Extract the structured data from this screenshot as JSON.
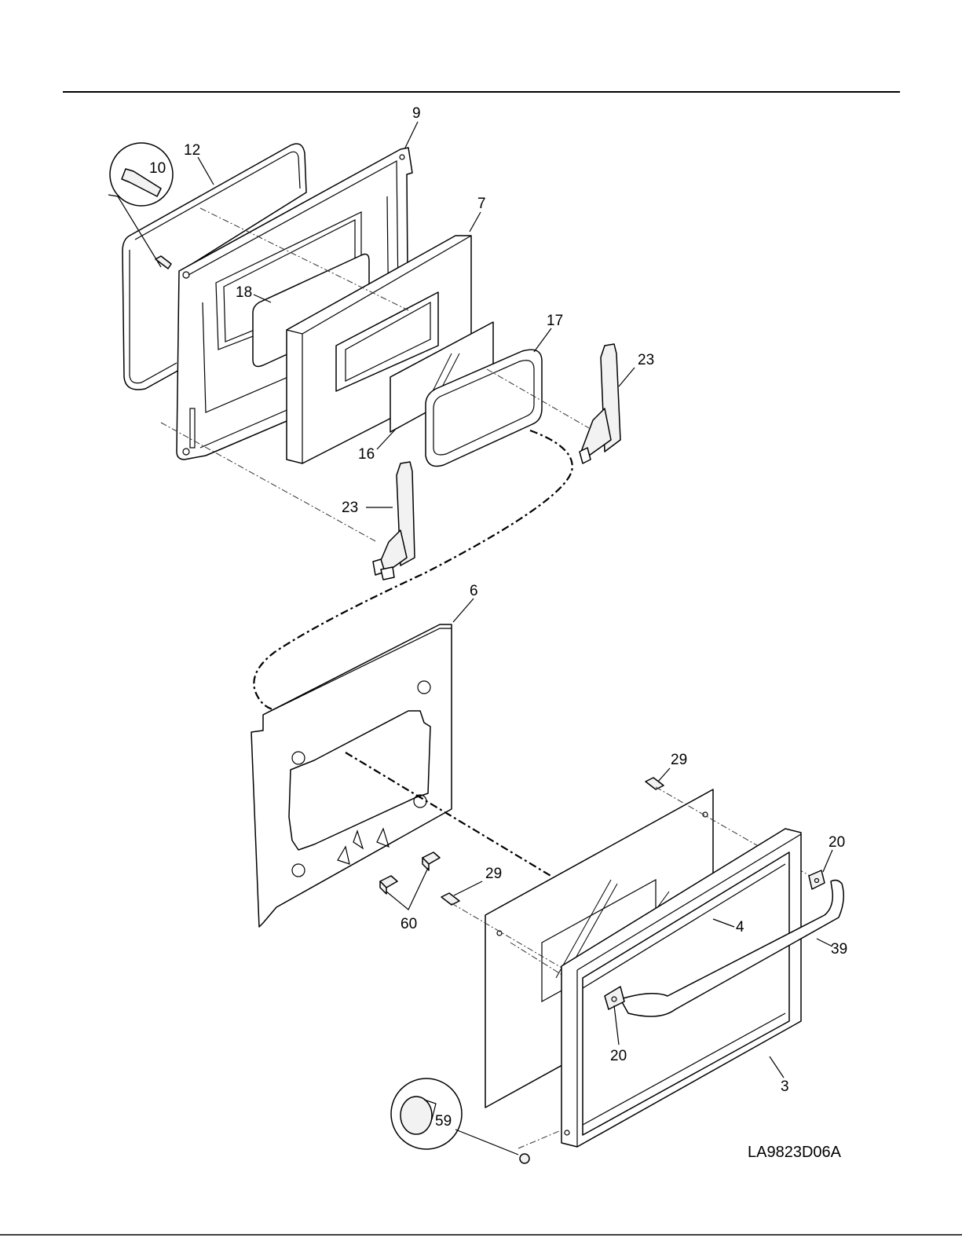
{
  "diagram": {
    "code": "LA9823D06A",
    "callouts": [
      {
        "id": "9",
        "text": "9"
      },
      {
        "id": "12",
        "text": "12"
      },
      {
        "id": "10",
        "text": "10"
      },
      {
        "id": "7",
        "text": "7"
      },
      {
        "id": "18",
        "text": "18"
      },
      {
        "id": "17",
        "text": "17"
      },
      {
        "id": "23a",
        "text": "23"
      },
      {
        "id": "16",
        "text": "16"
      },
      {
        "id": "23b",
        "text": "23"
      },
      {
        "id": "6",
        "text": "6"
      },
      {
        "id": "29a",
        "text": "29"
      },
      {
        "id": "20a",
        "text": "20"
      },
      {
        "id": "29b",
        "text": "29"
      },
      {
        "id": "4",
        "text": "4"
      },
      {
        "id": "39",
        "text": "39"
      },
      {
        "id": "60",
        "text": "60"
      },
      {
        "id": "20b",
        "text": "20"
      },
      {
        "id": "3",
        "text": "3"
      },
      {
        "id": "59",
        "text": "59"
      }
    ]
  }
}
